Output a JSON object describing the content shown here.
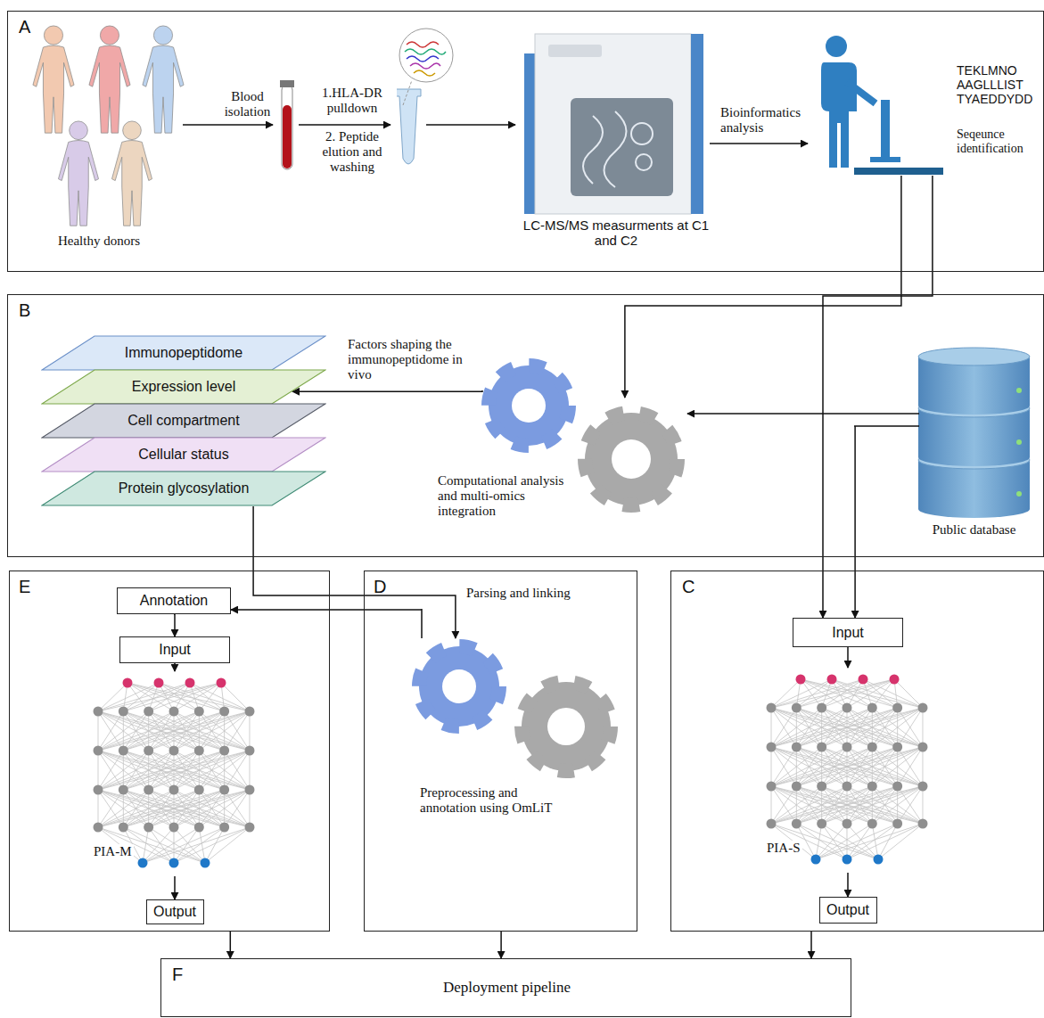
{
  "diagram": {
    "nodes": [
      {
        "text": [
          "A"
        ]
      },
      {
        "text": [
          "Healthy donors"
        ],
        "in": 0
      },
      {
        "text": [
          "LC-MS/MS measurments at C1 and C2"
        ],
        "in": 0
      },
      {
        "text": [
          "TEKLMNO AAGLLLIST TYAEDDYDD",
          "Seqeunce identification"
        ],
        "in": 0
      },
      {
        "text": [
          "B"
        ]
      },
      {
        "text": [
          "Immunopeptidome"
        ],
        "in": 4
      },
      {
        "text": [
          "Expression level"
        ],
        "in": 4
      },
      {
        "text": [
          "Cell compartment"
        ],
        "in": 4
      },
      {
        "text": [
          "Cellular status"
        ],
        "in": 4
      },
      {
        "text": [
          "Protein glycosylation"
        ],
        "in": 4
      },
      {
        "text": [
          "Computational analysis and multi-omics integration"
        ],
        "in": 4
      },
      {
        "text": [
          "Public database"
        ],
        "in": 4
      },
      {
        "text": [
          "E"
        ]
      },
      {
        "text": [
          "Annotation"
        ],
        "in": 12
      },
      {
        "text": [
          "Input"
        ],
        "in": 12
      },
      {
        "text": [
          "PIA-M"
        ],
        "in": 12
      },
      {
        "text": [
          "Output"
        ],
        "in": 12
      },
      {
        "text": [
          "D"
        ]
      },
      {
        "text": [
          "Preprocessing and annotation using OmLiT"
        ],
        "in": 17
      },
      {
        "text": [
          "C"
        ]
      },
      {
        "text": [
          "Input"
        ],
        "in": 19
      },
      {
        "text": [
          "PIA-S"
        ],
        "in": 19
      },
      {
        "text": [
          "Output"
        ],
        "in": 19
      },
      {
        "text": [
          "F",
          "Deployment pipeline"
        ]
      }
    ],
    "edges": [
      {
        "from": 2,
        "to": 3,
        "arrow": "to",
        "label": "Bioinformatics analysis"
      },
      {
        "from": 3,
        "to": 10,
        "arrow": "to"
      },
      {
        "from": 3,
        "to": 20,
        "arrow": "to"
      },
      {
        "from": 11,
        "to": 10,
        "arrow": "to"
      },
      {
        "from": 11,
        "to": 20,
        "arrow": "to"
      },
      {
        "from": 10,
        "to": 6,
        "arrow": "to",
        "label": "Factors shaping the immunopeptidome in vivo"
      },
      {
        "from": 9,
        "to": 18,
        "arrow": "to",
        "label": "Parsing and linking"
      },
      {
        "from": 18,
        "to": 13,
        "arrow": "to"
      },
      {
        "from": 13,
        "to": 14,
        "arrow": "to"
      },
      {
        "from": 14,
        "to": 15,
        "arrow": "to"
      },
      {
        "from": 15,
        "to": 16,
        "arrow": "to"
      },
      {
        "from": 20,
        "to": 21,
        "arrow": "to"
      },
      {
        "from": 21,
        "to": 22,
        "arrow": "to"
      },
      {
        "from": 12,
        "to": 23,
        "arrow": "to"
      },
      {
        "from": 17,
        "to": 23,
        "arrow": "to"
      },
      {
        "from": 19,
        "to": 23,
        "arrow": "to"
      }
    ],
    "labels": [
      "Blood isolation",
      "1.HLA-DR pulldown",
      "2. Peptide elution and washing"
    ]
  }
}
